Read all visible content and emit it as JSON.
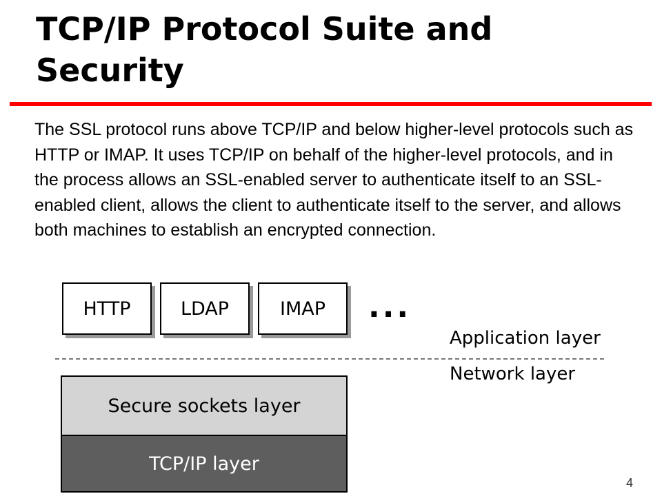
{
  "slide": {
    "title_line1": "TCP/IP Protocol Suite and",
    "title_line2": "Security",
    "body": "The SSL protocol runs above TCP/IP and below higher-level protocols such as HTTP or IMAP. It uses TCP/IP on behalf of the higher-level protocols, and in the process allows an SSL-enabled server to authenticate itself to an SSL-enabled client, allows the client to authenticate itself to the server, and allows both machines to establish an encrypted connection.",
    "page_number": "4",
    "accent_color": "#ff0000"
  },
  "diagram": {
    "protocols": [
      "HTTP",
      "LDAP",
      "IMAP"
    ],
    "ellipsis": "...",
    "application_layer": "Application layer",
    "network_layer": "Network layer",
    "ssl_layer": "Secure sockets layer",
    "tcpip_layer": "TCP/IP layer",
    "ssl_color": "#d4d4d4",
    "tcpip_color": "#5e5e5e"
  }
}
